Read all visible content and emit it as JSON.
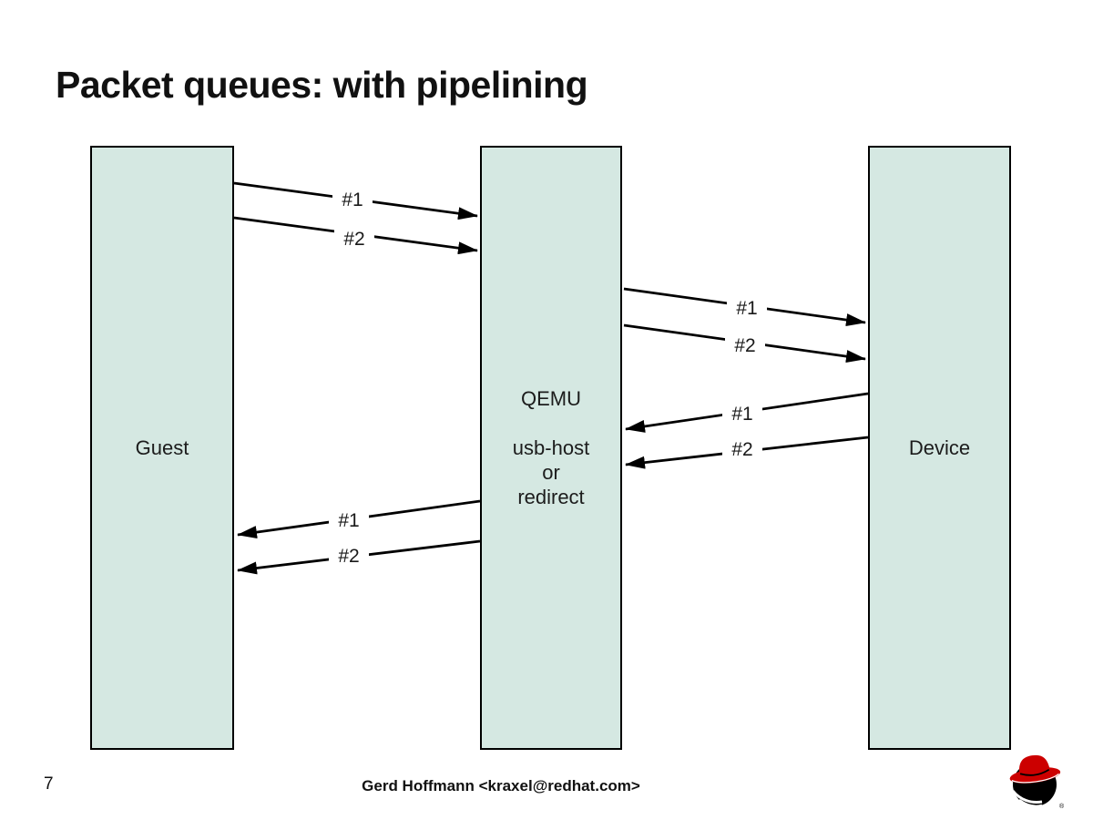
{
  "slide": {
    "title": "Packet queues: with pipelining",
    "page_number": "7",
    "footer": "Gerd Hoffmann <kraxel@redhat.com>"
  },
  "diagram": {
    "nodes": {
      "guest": {
        "label": "Guest"
      },
      "qemu": {
        "title": "QEMU",
        "subtitle_line1": "usb-host",
        "subtitle_line2": "or",
        "subtitle_line3": "redirect"
      },
      "device": {
        "label": "Device"
      }
    },
    "flows": {
      "guest_to_qemu": {
        "direction": "right",
        "labels": [
          "#1",
          "#2"
        ]
      },
      "qemu_to_device": {
        "direction": "right",
        "labels": [
          "#1",
          "#2"
        ]
      },
      "device_to_qemu": {
        "direction": "left",
        "labels": [
          "#1",
          "#2"
        ]
      },
      "qemu_to_guest": {
        "direction": "left",
        "labels": [
          "#1",
          "#2"
        ]
      }
    }
  },
  "logo": {
    "name": "redhat-shadowman",
    "registered_mark": "®"
  },
  "colors": {
    "box_fill": "#d5e8e2",
    "box_border": "#000000",
    "arrow": "#000000",
    "text": "#1a1a1a",
    "logo_red": "#cc0000",
    "logo_black": "#000000"
  }
}
